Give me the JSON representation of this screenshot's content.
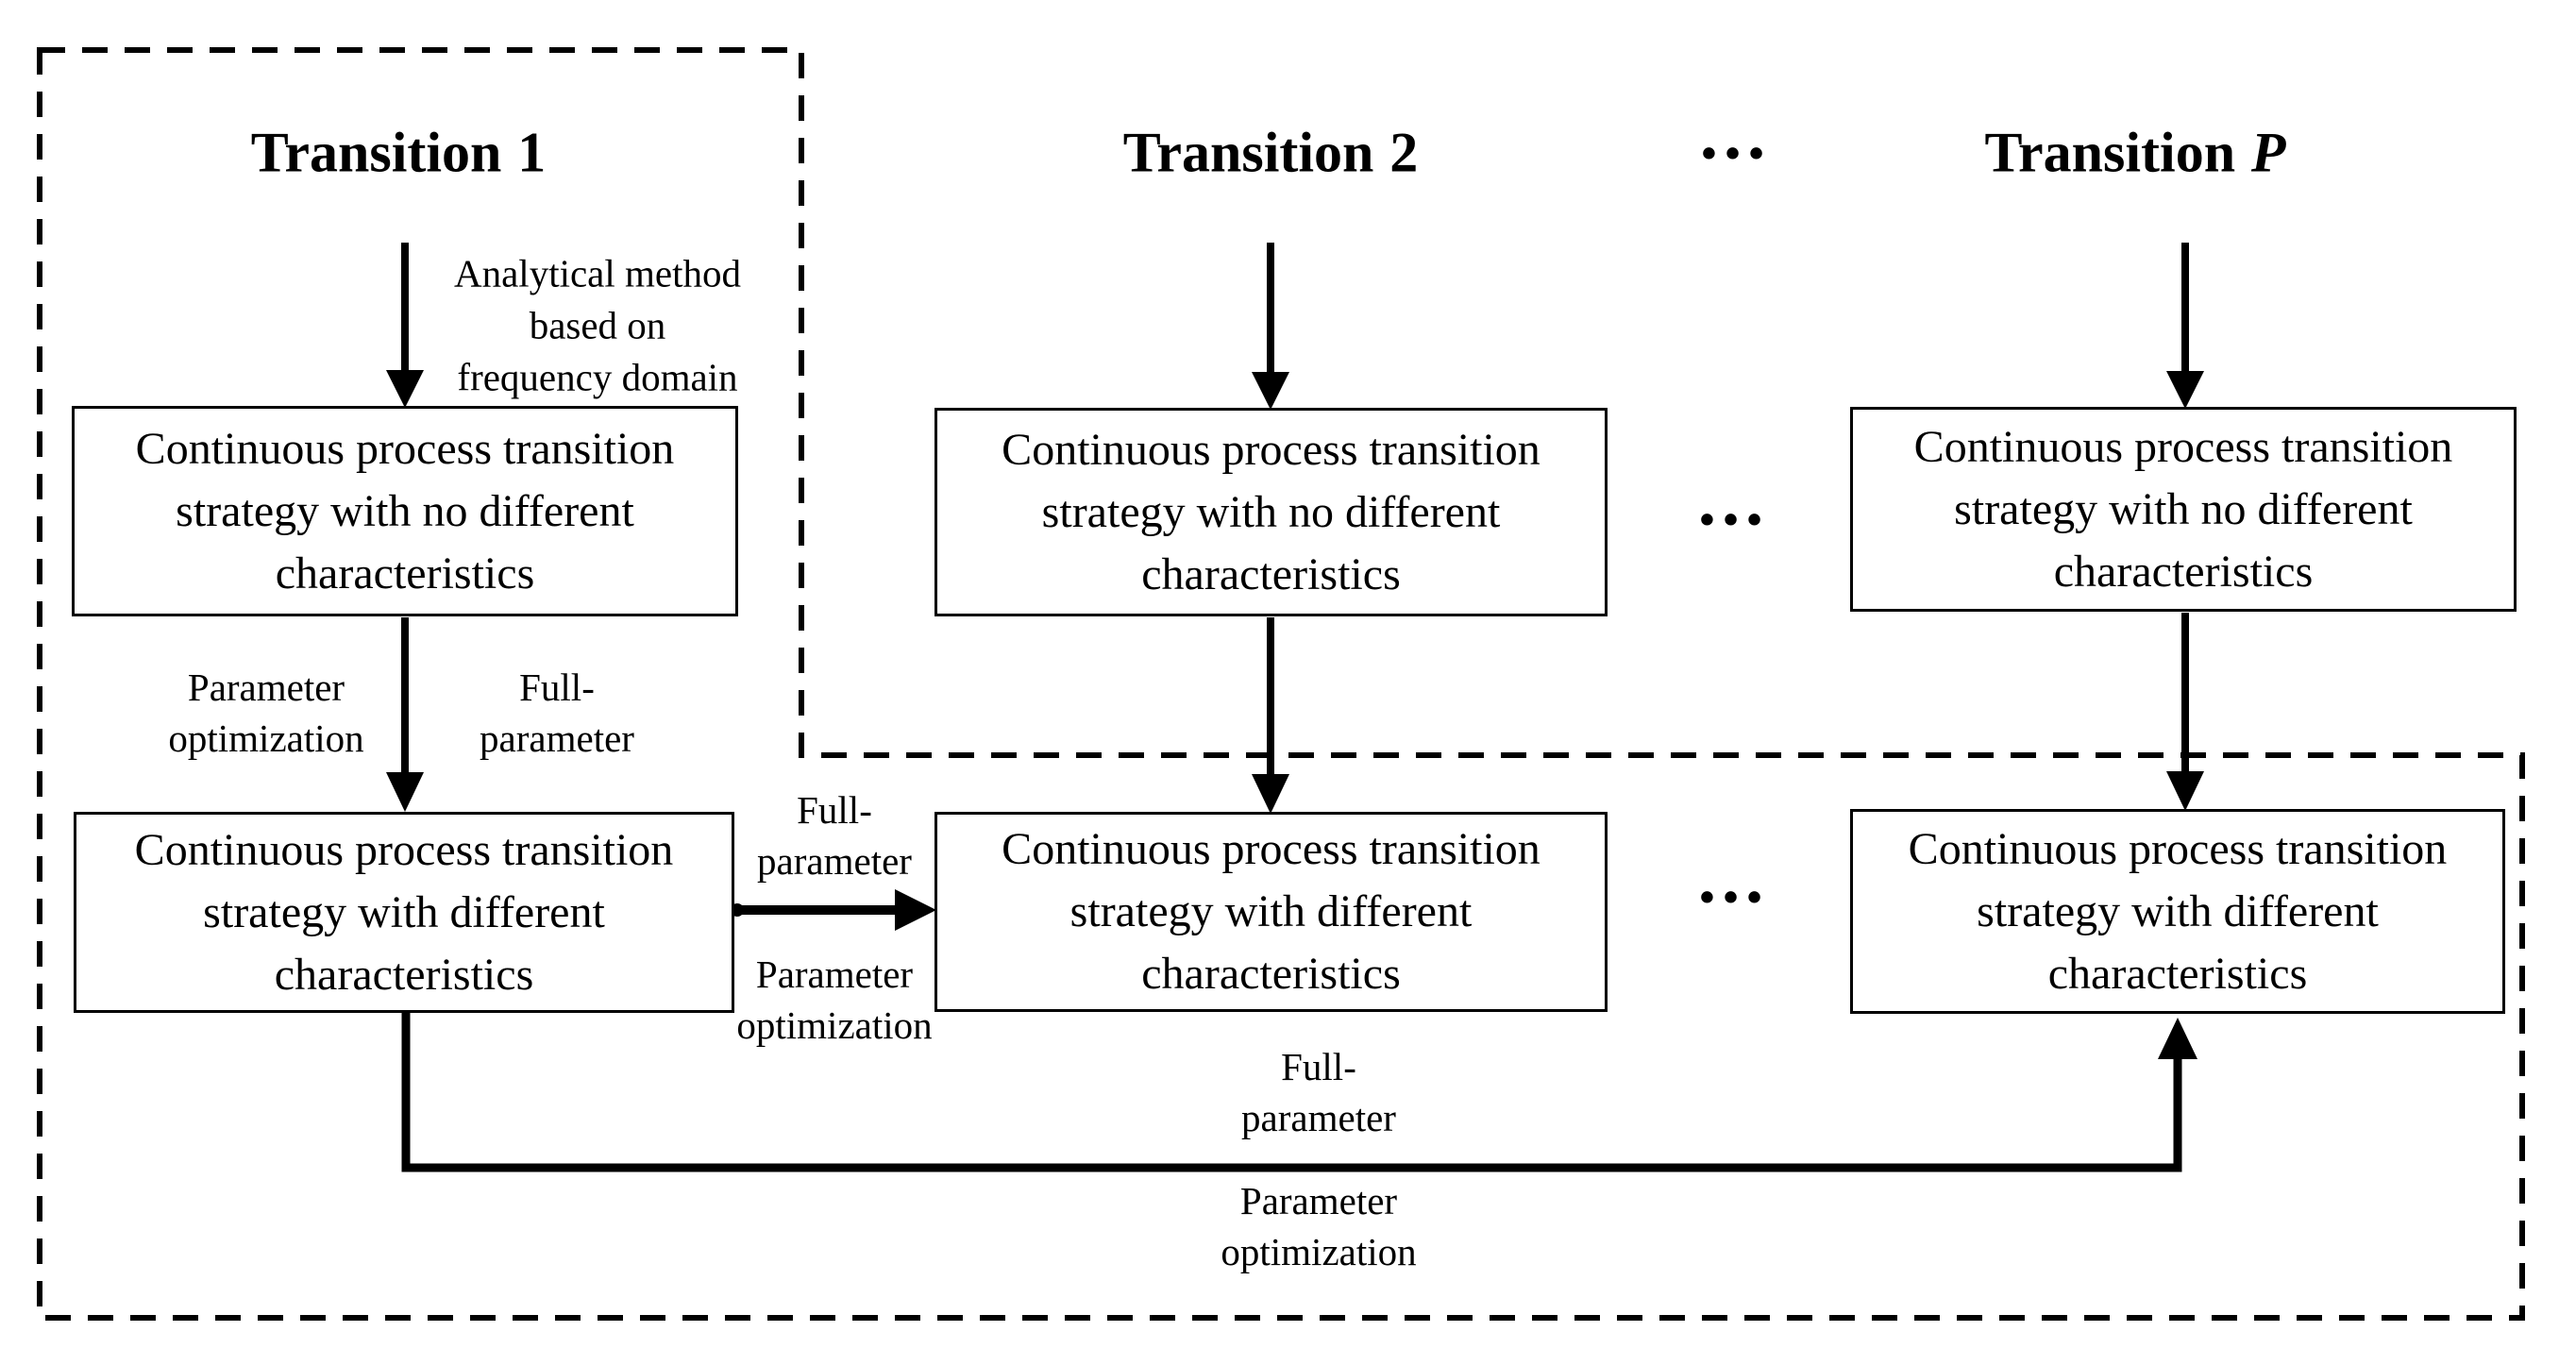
{
  "titles": [
    {
      "prefix": "Transition",
      "suffix": "1"
    },
    {
      "prefix": "Transition",
      "suffix": "2"
    },
    {
      "prefix": "Transition",
      "suffix": "P"
    }
  ],
  "ellipsis": "•••",
  "boxes": {
    "no_different": {
      "line1": "Continuous process transition",
      "line2": "strategy with no different",
      "line3": "characteristics"
    },
    "different": {
      "line1": "Continuous process transition",
      "line2": "strategy with different",
      "line3": "characteristics"
    }
  },
  "labels": {
    "analytical_method": {
      "line1": "Analytical method",
      "line2": "based on",
      "line3": "frequency domain"
    },
    "parameter_optimization": {
      "line1": "Parameter",
      "line2": "optimization"
    },
    "full_parameter": {
      "line1": "Full-",
      "line2": "parameter"
    }
  },
  "colors": {
    "ink": "#000000",
    "background": "#ffffff"
  }
}
